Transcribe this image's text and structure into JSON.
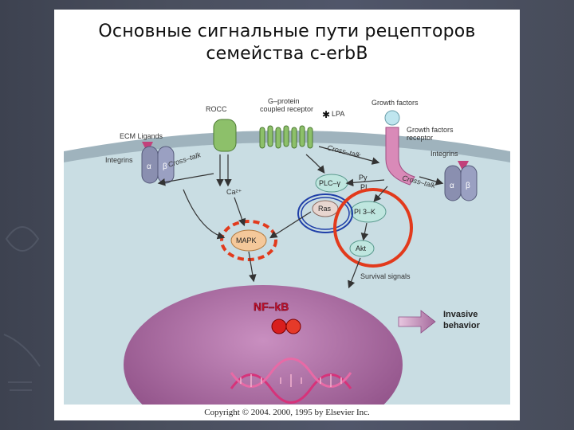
{
  "slide": {
    "title_line1": "Основные сигнальные пути рецепторов",
    "title_line2": "семейства c-erbB",
    "copyright": "Copyright © 2004. 2000, 1995 by Elsevier Inc."
  },
  "diagram": {
    "labels": {
      "rocc": "ROCC",
      "gpcr_line1": "G–protein",
      "gpcr_line2": "coupled receptor",
      "lpa": "LPA",
      "growth_factors": "Growth factors",
      "gf_receptor_line1": "Growth factors",
      "gf_receptor_line2": "receptor",
      "ecm_ligands": "ECM Ligands",
      "integrins_left": "Integrins",
      "integrins_right": "Integrins",
      "alpha": "α",
      "beta": "β",
      "cross_talk_left": "Cross–talk",
      "cross_talk_mid": "Cross–talk",
      "cross_talk_right": "Cross–talk",
      "ca": "Ca²⁺",
      "plc": "PLC–γ",
      "pi_label": "PI",
      "pyt": "Py",
      "ras": "Ras",
      "pi3k": "PI 3–K",
      "mapk": "MAPK",
      "akt": "Akt",
      "survival": "Survival signals",
      "nfkb": "NF–kB",
      "invasive_line1": "Invasive",
      "invasive_line2": "behavior"
    },
    "colors": {
      "cytoplasm": "#c9dde3",
      "cell_membrane": "#9fb3bd",
      "nucleus": "#a56a9c",
      "plc_node": "#bfe6df",
      "pi3k_node": "#bfe6df",
      "mapk_node": "#f4c89a",
      "red_highlight": "#e23a1c",
      "blue_highlight": "#1f3fa8",
      "nfkb_text": "#c8102e"
    }
  }
}
